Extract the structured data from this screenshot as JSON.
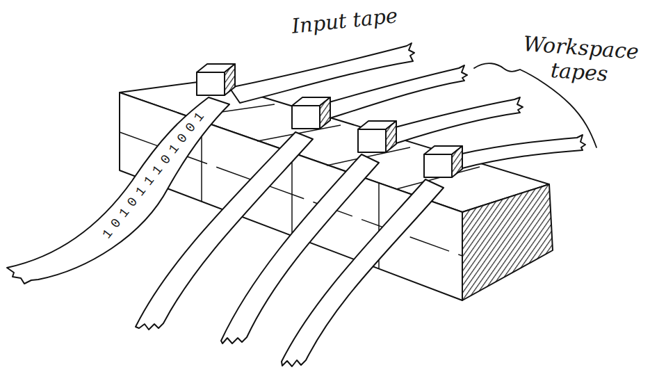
{
  "diagram": {
    "labels": [
      "Input tape",
      "Workspace tapes",
      "101011101001"
    ]
  }
}
